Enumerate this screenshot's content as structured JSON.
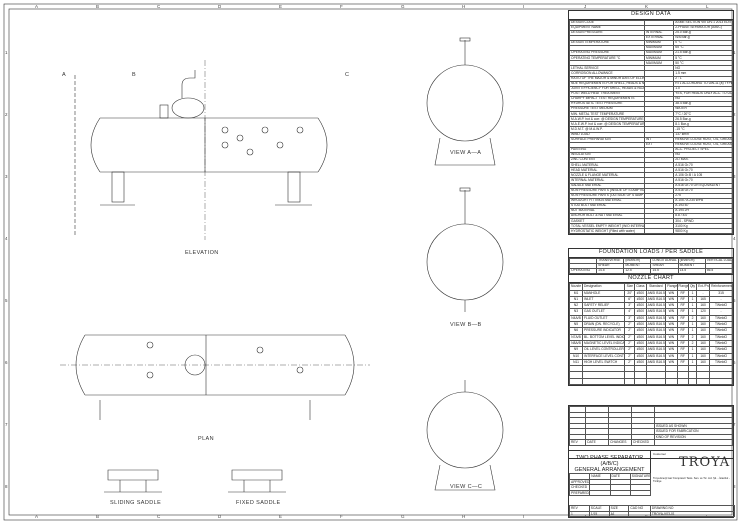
{
  "grid": {
    "cols": [
      "A",
      "B",
      "C",
      "D",
      "E",
      "F",
      "G",
      "H",
      "I",
      "J",
      "K",
      "L"
    ],
    "rows": [
      "1",
      "2",
      "3",
      "4",
      "5",
      "6",
      "7",
      "8"
    ]
  },
  "views": {
    "elevation": "ELEVATION",
    "plan": "PLAN",
    "view_a": "VIEW A—A",
    "view_b": "VIEW B—B",
    "view_c": "VIEW C—C",
    "sliding": "SLIDING SADDLE",
    "fixed": "FIXED SADDLE",
    "mark_a": "A",
    "mark_b": "B",
    "mark_c": "C"
  },
  "design_data": {
    "title": "DESIGN DATA",
    "rows": [
      [
        "DESIGN CODE",
        "",
        "ASME SECTION VIII DIV.1 2013 EDITION"
      ],
      [
        "EQUIPMENT NAME",
        "",
        "2-PHASE SEPARATOR (A/B/C)"
      ],
      [
        "DESIGN PRESSURE",
        "INTERNAL",
        "25.0   Bar-g"
      ],
      [
        "",
        "EXTERNAL",
        "N/A   Bar-g"
      ],
      [
        "DESIGN TEMPERATURE",
        "MINIMUM",
        "0   °C"
      ],
      [
        "",
        "MAXIMUM",
        "65   °C"
      ],
      [
        "OPERATING PRESSURE",
        "MAXIMUM",
        "21.5   Bar-g"
      ],
      [
        "OPERATING TEMPERATURE °C",
        "MINIMUM",
        "5   °C"
      ],
      [
        "",
        "MAXIMUM",
        "50   °C"
      ],
      [
        "LETHAL SERVICE",
        "",
        "NO"
      ],
      [
        "CORROSION ALLOWANCE",
        "",
        "1.5 mm"
      ],
      [
        "RATIO OF THE MAJOR & MINOR AXIS OF ELLIPSOIDAL HEADS",
        "",
        "2 : 1"
      ],
      [
        "NDE REQUIREMENTS FOR SHELL, HEADS & NOZZLES",
        "",
        "RT1 ACCORDING TO UW-11 (a) TYPE1"
      ],
      [
        "JOINT EFFICIENCY FOR SHELL, HEADS & NOZZLES",
        "",
        "1.0"
      ],
      [
        "POST WELD HEAT TREATMENT",
        "",
        "YES, FOR HEADS ONLY ACC. TO UCS-79"
      ],
      [
        "CHARPY IMPACT TEST REQUIREMENTS",
        "",
        "NO"
      ],
      [
        "HYDROSTATIC TEST PRESSURE",
        "",
        "38.4   Bar-g"
      ],
      [
        "PRESSURE TEST MEDIUM",
        "",
        "WATER"
      ],
      [
        "MIN. METAL TEST TEMPERATURE",
        "",
        "7°C / 20°C"
      ],
      [
        "M.A.W.P. hot & corr. @ DESIGN TEMPERATURES",
        "",
        "26.5   Bar-g"
      ],
      [
        "M.A.E.W.P. hot & corr. @ DESIGN TEMPERATURES",
        "",
        "8.1   Bar-g"
      ],
      [
        "M.D.M.T. @ M.A.W.P.",
        "",
        "-15   °C"
      ],
      [
        "WIND LOAD",
        "",
        "137   km/h"
      ],
      [
        "SURFACE PREPARATION",
        "INT",
        "REMOVE LOOSE RUST, OIL, GREASE, DEBRIS ETC. & BLASTING TO SA 2 1/2 PRIOR TO SHOTBLASTING"
      ],
      [
        "",
        "EXT",
        "REMOVE LOOSE RUST, OIL, GREASE. GENERAL GRADE TO SA 2 1/2 PRIOR TO SHOTBLASTING"
      ],
      [
        "PAINTING",
        "",
        "ACC. PROJECT SPEC"
      ],
      [
        "INSULATION",
        "",
        "NO"
      ],
      [
        "ZINC CONTENT",
        "",
        "2L/ MAX."
      ],
      [
        "SHELL MATERIAL",
        "",
        "A 516 Gr.70"
      ],
      [
        "HEAD MATERIAL",
        "",
        "A 516 Gr.70"
      ],
      [
        "NOZZLE & FLANGE MATERIAL",
        "",
        "A 106 Gr.B / A 105"
      ],
      [
        "INTERNAL MATERIAL",
        "",
        "A 516 Gr.70"
      ],
      [
        "SADDLE MATERIAL",
        "",
        "A 516 Gr.70 OR EQUIVALENT"
      ],
      [
        "NON PRESSURE PARTS (INSIDE OF STAMP BOUNDARY) MATERIAL",
        "",
        "A 516 Gr.70"
      ],
      [
        "NON PRESSURE PARTS (OUTSIDE OF STAMP BOUNDARY) MATERIAL",
        "",
        "275"
      ],
      [
        "WROUGHT FITTINGS MATERIAL",
        "",
        "A 105 / A 234 WPB"
      ],
      [
        "STUD BOLT MATERIAL",
        "",
        "A 193 B7"
      ],
      [
        "NUT MATERIAL",
        "",
        "A 194 2H"
      ],
      [
        "ANCHOR BOLT & NUT MATERIAL",
        "",
        "8.8 / 8.0"
      ],
      [
        "GASKET",
        "",
        "304 - SPWD"
      ],
      [
        "TOTAL VESSEL EMPTY WEIGHT (W/O INTERNALS)",
        "",
        "3100   Kg"
      ],
      [
        "HYDROSTATIC WEIGHT (Filled with water)",
        "",
        "9800   Kg"
      ]
    ]
  },
  "foundation": {
    "title": "FOUNDATION LOADS / PER SADDLE",
    "h1": [
      "TRANSVERSE",
      "(kN/kN.m)",
      "LONGITUDINAL",
      "(kN/kN.m)",
      "VERTICAL LOAD (kN)"
    ],
    "h2": [
      "SHEAR",
      "MOMENT",
      "SHEAR",
      "MOMENT"
    ],
    "row": [
      "OPERATING",
      "14.5",
      "12.5",
      "14.5",
      "14.5",
      "56.5"
    ]
  },
  "nozzle": {
    "title": "NOZZLE CHART",
    "headers": [
      "Nozzle No",
      "Designation",
      "Size",
      "Class",
      "Standard",
      "Flange Type",
      "Flange Facing",
      "Qty",
      "Ext./Pro.",
      "Reinforcement"
    ],
    "rows": [
      [
        "M1",
        "MANHOLE",
        "20\"",
        "#300",
        "ANSI B16.5",
        "WN",
        "RF",
        "1",
        "-",
        "315"
      ],
      [
        "N1",
        "INLET",
        "6\"",
        "#300",
        "ANSI B16.5",
        "WN",
        "RF",
        "1",
        "165",
        "-"
      ],
      [
        "N2",
        "SAFETY RELIEF",
        "3\"",
        "#300",
        "ANSI B16.5",
        "WN",
        "RF",
        "1",
        "160",
        "TWeldO"
      ],
      [
        "N3",
        "GAS OUTLET",
        "4\"",
        "#300",
        "ANSI B16.5",
        "WN",
        "RF",
        "1",
        "120",
        "-"
      ],
      [
        "N4A/B",
        "FLUID OUTLET",
        "3\"",
        "#300",
        "ANSI B16.5",
        "WN",
        "RF",
        "2",
        "160",
        "TWeldO"
      ],
      [
        "N5",
        "DRAIN (DN. RECYCLE)",
        "2\"",
        "#300",
        "ANSI B16.5",
        "WN",
        "RF",
        "1",
        "160",
        "TWeldO"
      ],
      [
        "N6",
        "PRESSURE INDICATOR",
        "2\"",
        "#300",
        "ANSI B16.5",
        "WN",
        "RF",
        "1",
        "160",
        "TWeldO"
      ],
      [
        "N7A/B",
        "BL. BOTTOM LEVEL INDICATOR",
        "2\"",
        "#300",
        "ANSI B16.5",
        "WN",
        "RF",
        "2",
        "160",
        "TWeldO"
      ],
      [
        "N8A/B",
        "MAGNETIC LEVEL INDICATOR",
        "2\"",
        "#300",
        "ANSI B16.5",
        "WN",
        "RF",
        "2",
        "160",
        "TWeldO"
      ],
      [
        "N9",
        "OIL LEVEL CONTROLLER",
        "2\"",
        "#300",
        "ANSI B16.5",
        "WN",
        "RF",
        "1",
        "160",
        "TWeldO"
      ],
      [
        "N10",
        "INTERFACE LEVEL CONTROLLER",
        "2\"",
        "#300",
        "ANSI B16.5",
        "WN",
        "RF",
        "1",
        "160",
        "TWeldO"
      ],
      [
        "N11",
        "HIGH LEVEL SWITCH",
        "2\"",
        "#300",
        "ANSI B16.5",
        "WN",
        "RF",
        "1",
        "160",
        "TWeldO"
      ]
    ]
  },
  "revision": {
    "notes": [
      "ISSUED AS SHOWN",
      "ISSUED FOR FABRICATION",
      "KIND OF REVISION"
    ],
    "headers": [
      "REV",
      "DATE",
      "CHANGES",
      "CHECKED"
    ]
  },
  "title_block": {
    "title1": "TWO PHASE SEPARATOR (A/B/C)",
    "title2": "GENERAL ARRANGEMENT",
    "customer_label": "Customer",
    "company": "TROYA",
    "company_info": "Troya Enerji Gaz Kompresör Tesis. San. ve Tic. Ltd. Şti. - İstanbul - Türkiye",
    "roles": [
      "APPROVED",
      "CHECKED",
      "PREPARED"
    ],
    "cols": [
      "NAME",
      "DATE",
      "SIGNATURE"
    ],
    "bottom_labels": [
      "REV",
      "SCALE",
      "SIZE",
      "CAD NO",
      "DRAWING NO"
    ],
    "rev": "1",
    "scale": "1/15",
    "size": "A1",
    "drawing_no": "TROYA-V03-01"
  }
}
